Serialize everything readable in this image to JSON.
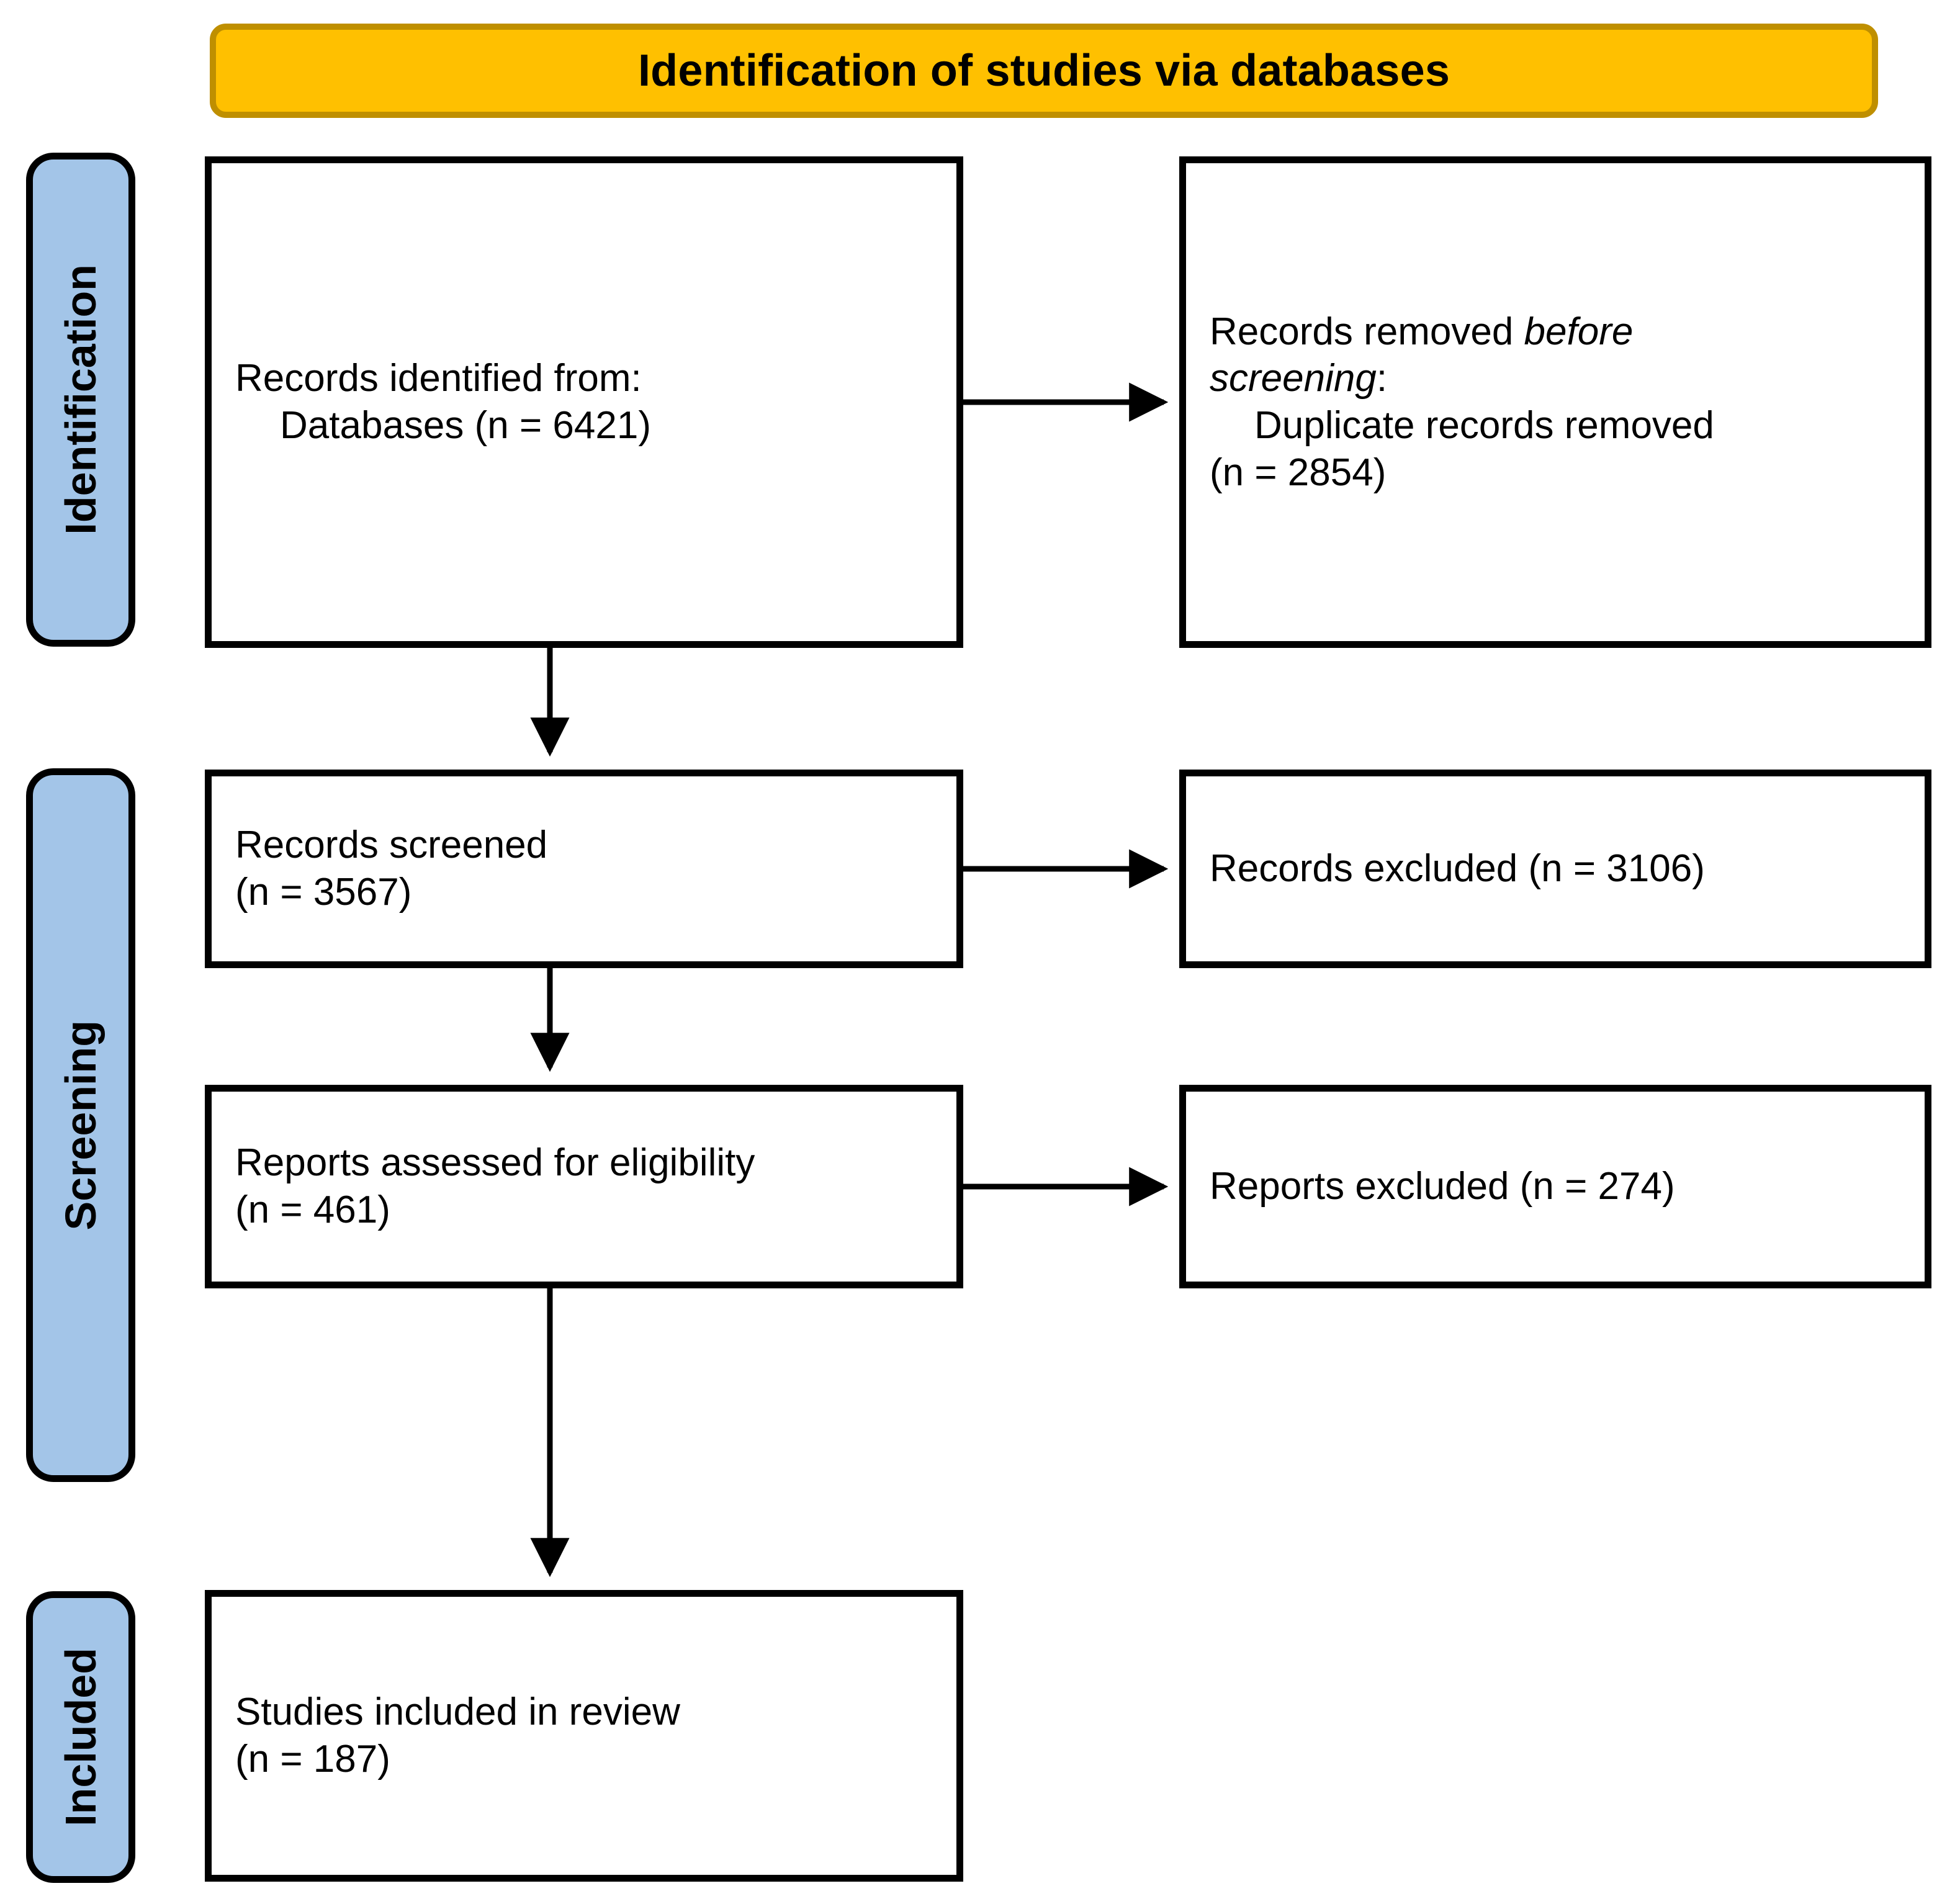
{
  "diagram": {
    "type": "prisma-flow-diagram",
    "banner": {
      "title": "Identification of studies via databases",
      "fill_color": "#FFC000",
      "border_color": "#BF8F00"
    },
    "stages": [
      {
        "id": "identification",
        "label": "Identification",
        "fill_color": "#A3C5E8"
      },
      {
        "id": "screening",
        "label": "Screening",
        "fill_color": "#A3C5E8"
      },
      {
        "id": "included",
        "label": "Included",
        "fill_color": "#A3C5E8"
      }
    ],
    "boxes": {
      "identified": {
        "line1": "Records identified from:",
        "line2": "Databases (n = 6421)",
        "count": 6421
      },
      "removed": {
        "line1_plain": "Records removed ",
        "line1_italic": "before",
        "line2_italic": "screening",
        "line2_plain": ":",
        "line3": "Duplicate records removed",
        "line4": "(n = 2854)",
        "count": 2854
      },
      "screened": {
        "line1": "Records screened",
        "line2": "(n = 3567)",
        "count": 3567
      },
      "records_excluded": {
        "line1": "Records excluded (n = 3106)",
        "count": 3106
      },
      "eligibility": {
        "line1": "Reports assessed for eligibility",
        "line2": "(n = 461)",
        "count": 461
      },
      "reports_excluded": {
        "line1": "Reports excluded (n = 274)",
        "count": 274
      },
      "included": {
        "line1": "Studies included in review",
        "line2": "(n = 187)",
        "count": 187
      }
    }
  },
  "chart_data": {
    "type": "table",
    "title": "Identification of studies via databases",
    "categories": [
      "Records identified from databases",
      "Duplicate records removed before screening",
      "Records screened",
      "Records excluded",
      "Reports assessed for eligibility",
      "Reports excluded",
      "Studies included in review"
    ],
    "values": [
      6421,
      2854,
      3567,
      3106,
      461,
      274,
      187
    ],
    "stages": [
      "Identification",
      "Identification",
      "Screening",
      "Screening",
      "Screening",
      "Screening",
      "Included"
    ],
    "xlabel": "",
    "ylabel": "n"
  }
}
